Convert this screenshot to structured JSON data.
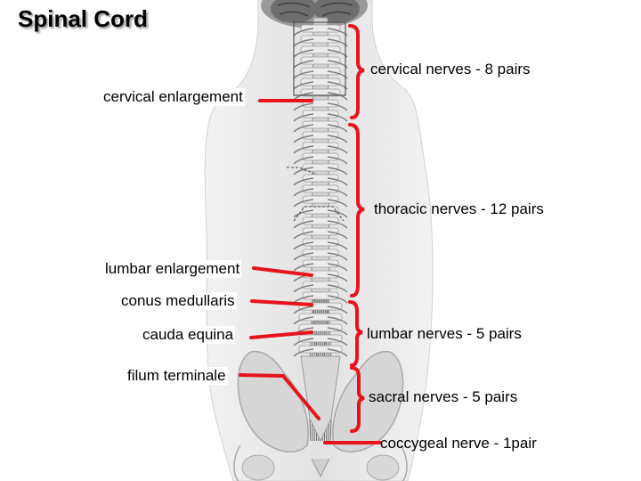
{
  "title": "Spinal Cord",
  "colors": {
    "accent": "#e8141c",
    "skin": "#e6e6e6",
    "bone": "#cfcfcf",
    "nerve": "#8a8a8a"
  },
  "left_labels": {
    "cervical_enlargement": "cervical enlargement",
    "lumbar_enlargement": "lumbar enlargement",
    "conus_medullaris": "conus medullaris",
    "cauda_equina": "cauda equina",
    "filum_terminale": "filum terminale"
  },
  "right_labels": {
    "cervical_nerves": "cervical nerves - 8 pairs",
    "thoracic_nerves": "thoracic nerves - 12 pairs",
    "lumbar_nerves": "lumbar nerves - 5 pairs",
    "sacral_nerves": "sacral nerves - 5 pairs",
    "coccygeal_nerve": "coccygeal nerve - 1pair"
  }
}
